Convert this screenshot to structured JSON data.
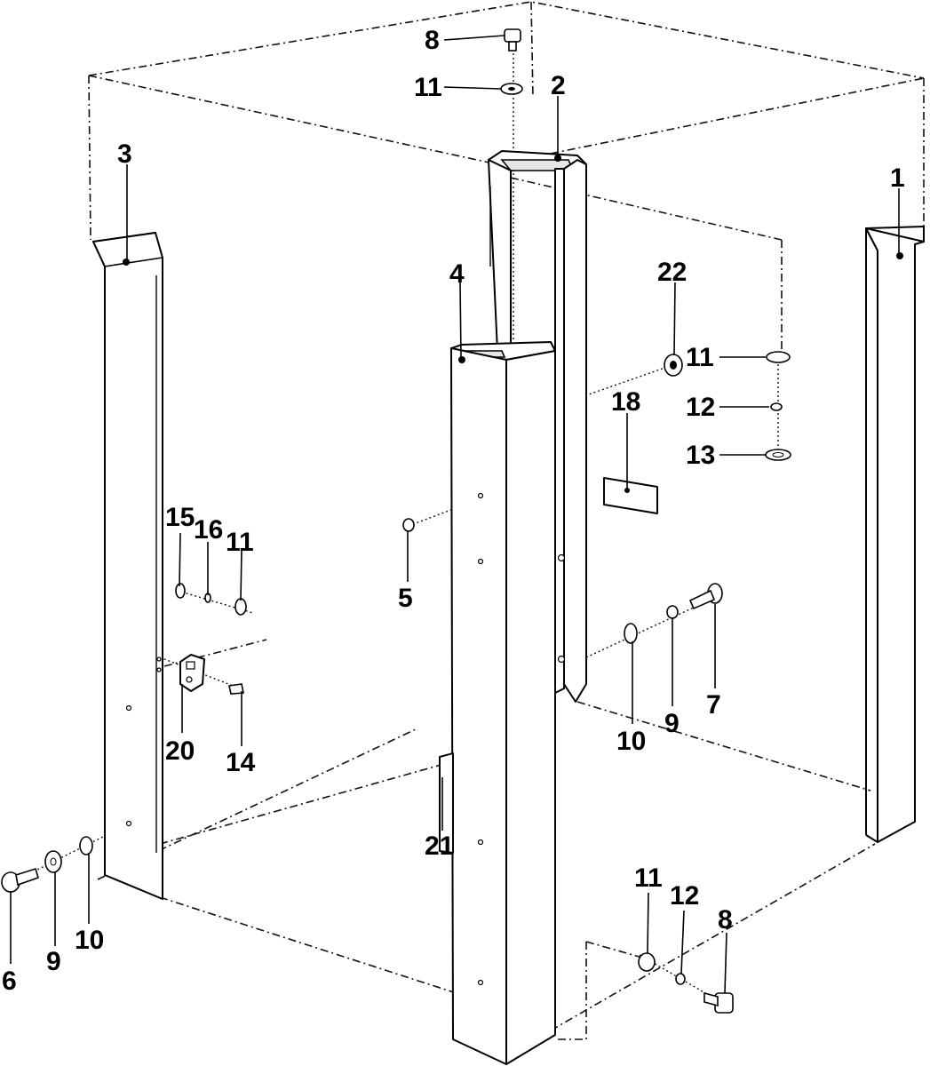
{
  "callouts": {
    "c1": "1",
    "c2": "2",
    "c3": "3",
    "c4": "4",
    "c5": "5",
    "c6": "6",
    "c7": "7",
    "c8_top": "8",
    "c8_bottom": "8",
    "c9_left": "9",
    "c9_right": "9",
    "c10_left": "10",
    "c10_right": "10",
    "c11_top": "11",
    "c11_right": "11",
    "c11_left": "11",
    "c11_bottom": "11",
    "c12_right": "12",
    "c12_bottom": "12",
    "c13": "13",
    "c14": "14",
    "c15": "15",
    "c16": "16",
    "c18": "18",
    "c20": "20",
    "c21": "21",
    "c22": "22"
  }
}
